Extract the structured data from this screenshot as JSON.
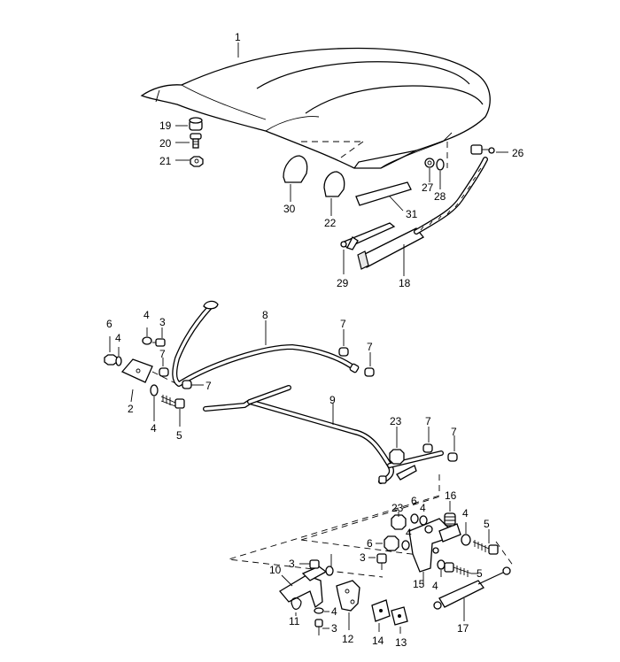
{
  "callouts": {
    "c1": "1",
    "c2": "2",
    "c3a": "3",
    "c3b": "3",
    "c3c": "3",
    "c4a": "4",
    "c4b": "4",
    "c4c": "4",
    "c4d": "4",
    "c4e": "4",
    "c4f": "4",
    "c4g": "4",
    "c5a": "5",
    "c5b": "5",
    "c5c": "5",
    "c6a": "6",
    "c6b": "6",
    "c6c": "6",
    "c7a": "7",
    "c7b": "7",
    "c7c": "7",
    "c7d": "7",
    "c7e": "7",
    "c7f": "7",
    "c8": "8",
    "c9": "9",
    "c10": "10",
    "c11": "11",
    "c12": "12",
    "c13": "13",
    "c14": "14",
    "c15": "15",
    "c16": "16",
    "c17": "17",
    "c18": "18",
    "c19": "19",
    "c20": "20",
    "c21": "21",
    "c22": "22",
    "c23a": "23",
    "c23b": "23",
    "c26": "26",
    "c27": "27",
    "c28": "28",
    "c29": "29",
    "c30": "30",
    "c31": "31"
  }
}
